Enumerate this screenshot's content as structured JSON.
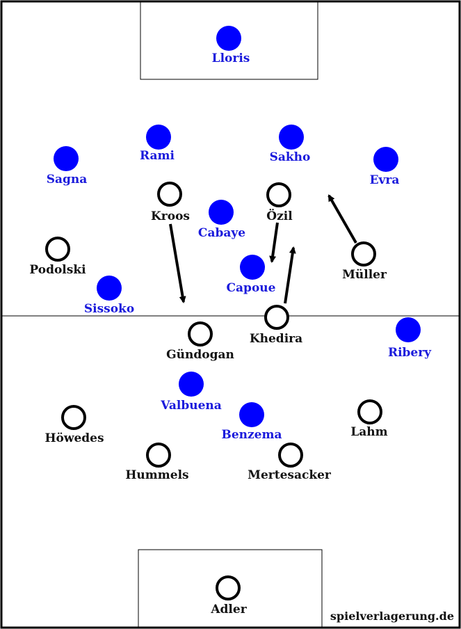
{
  "credit": "spielverlagerung.de",
  "colors": {
    "france": "#0000ff",
    "germany_outline": "#000000",
    "line": "#000000"
  },
  "france": [
    {
      "name": "Lloris"
    },
    {
      "name": "Rami"
    },
    {
      "name": "Sakho"
    },
    {
      "name": "Sagna"
    },
    {
      "name": "Evra"
    },
    {
      "name": "Cabaye"
    },
    {
      "name": "Capoue"
    },
    {
      "name": "Sissoko"
    },
    {
      "name": "Ribery"
    },
    {
      "name": "Valbuena"
    },
    {
      "name": "Benzema"
    }
  ],
  "germany": [
    {
      "name": "Kroos"
    },
    {
      "name": "Özil"
    },
    {
      "name": "Podolski"
    },
    {
      "name": "Müller"
    },
    {
      "name": "Khedira"
    },
    {
      "name": "Gündogan"
    },
    {
      "name": "Höwedes"
    },
    {
      "name": "Lahm"
    },
    {
      "name": "Hummels"
    },
    {
      "name": "Mertesacker"
    },
    {
      "name": "Adler"
    }
  ]
}
